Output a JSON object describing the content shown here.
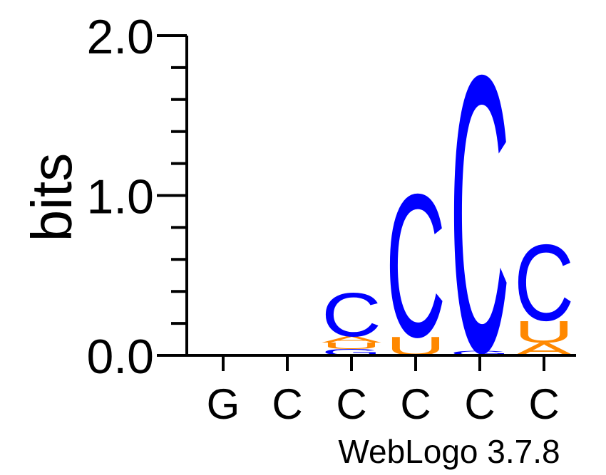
{
  "chart_data": {
    "type": "sequence-logo",
    "ylabel": "bits",
    "ylim": [
      0,
      2
    ],
    "y_tick_labels": [
      "0.0",
      "1.0",
      "2.0"
    ],
    "x_tick_labels": [
      "G",
      "C",
      "C",
      "C",
      "C",
      "C"
    ],
    "footer": "WebLogo 3.7.8",
    "colors": {
      "C": "#0000ff",
      "G": "#0000ff",
      "U": "#ff8800",
      "A": "#ff8800"
    },
    "positions": [
      {
        "label": "G",
        "stack": []
      },
      {
        "label": "C",
        "stack": []
      },
      {
        "label": "C",
        "stack": [
          {
            "letter": "G",
            "bits": 0.04
          },
          {
            "letter": "U",
            "bits": 0.04
          },
          {
            "letter": "A",
            "bits": 0.04
          },
          {
            "letter": "C",
            "bits": 0.28
          }
        ]
      },
      {
        "label": "C",
        "stack": [
          {
            "letter": "U",
            "bits": 0.12
          },
          {
            "letter": "C",
            "bits": 0.92
          }
        ]
      },
      {
        "label": "C",
        "stack": [
          {
            "letter": "G",
            "bits": 0.03
          },
          {
            "letter": "C",
            "bits": 1.78
          }
        ]
      },
      {
        "label": "C",
        "stack": [
          {
            "letter": "A",
            "bits": 0.08
          },
          {
            "letter": "U",
            "bits": 0.14
          },
          {
            "letter": "C",
            "bits": 0.49
          }
        ]
      }
    ]
  }
}
